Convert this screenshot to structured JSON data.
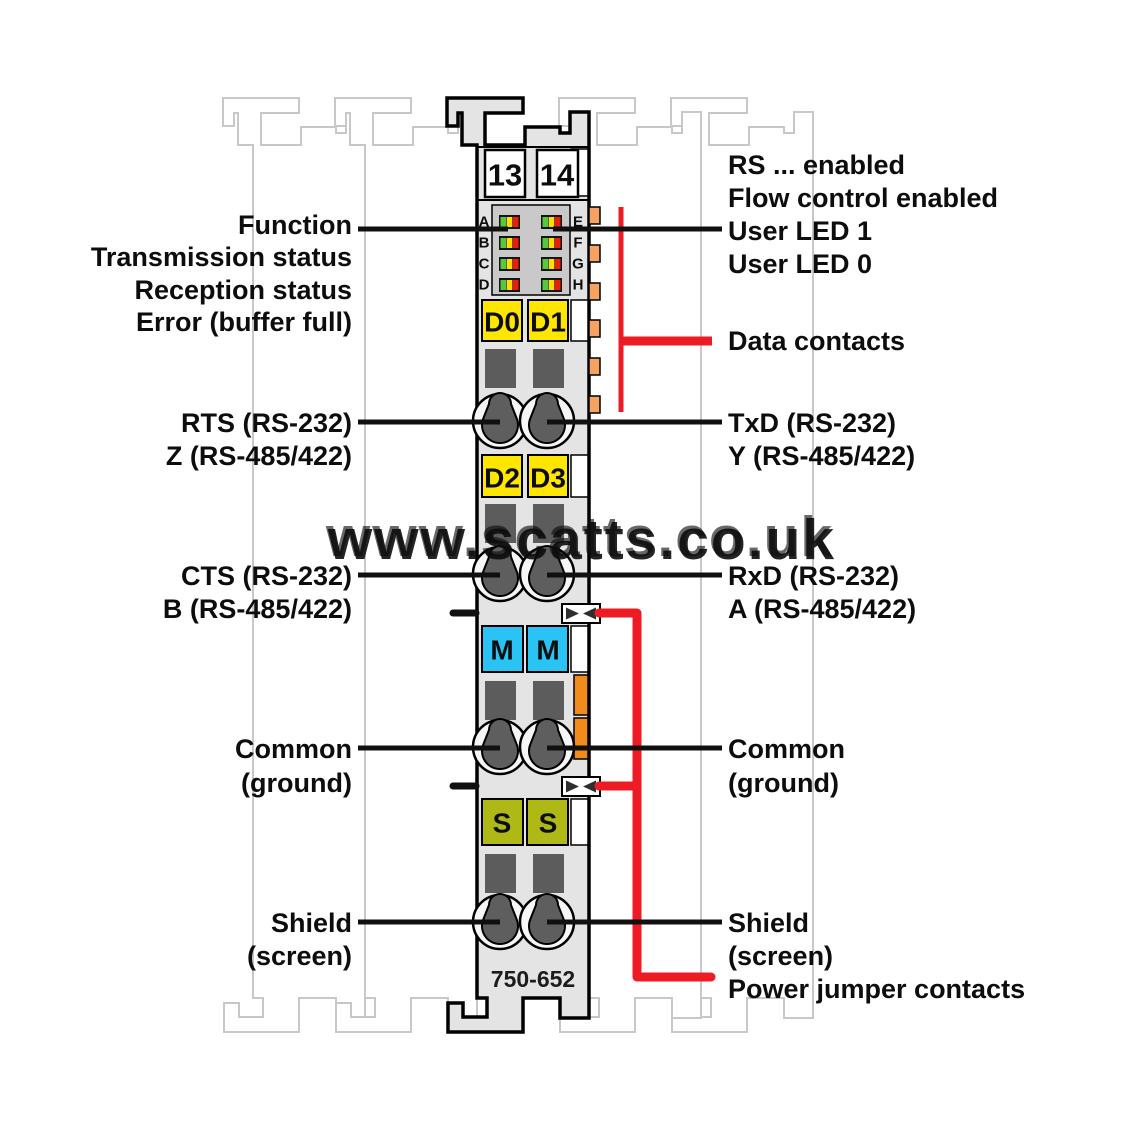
{
  "watermark": "www.scatts.co.uk",
  "colors": {
    "red": "#ed1c24",
    "label_yellow": "#ffe600",
    "label_cyan": "#29c4f4",
    "label_olive": "#aeb916",
    "contact_tab_orange": "#f5a263",
    "jumper_orange": "#f08c1e",
    "led_green": "#55c83c",
    "led_yellow": "#ffe000",
    "led_red": "#ee1c0c"
  },
  "module": {
    "part_number": "750-652",
    "terminal_numbers": [
      "13",
      "14"
    ],
    "led_rows_left": [
      "A",
      "B",
      "C",
      "D"
    ],
    "led_rows_right": [
      "E",
      "F",
      "G",
      "H"
    ],
    "io_labels": [
      "D0",
      "D1",
      "D2",
      "D3"
    ],
    "ground_labels": [
      "M",
      "M"
    ],
    "shield_labels": [
      "S",
      "S"
    ]
  },
  "labels": {
    "left": [
      "Function",
      "Transmission status",
      "Reception status",
      "Error (buffer full)",
      "RTS (RS-232)",
      "Z (RS-485/422)",
      "CTS (RS-232)",
      "B (RS-485/422)",
      "Common",
      "(ground)",
      "Shield",
      "(screen)"
    ],
    "right": [
      "RS ... enabled",
      "Flow control enabled",
      "User LED 1",
      "User LED 0",
      "Data contacts",
      "TxD (RS-232)",
      "Y (RS-485/422)",
      "RxD (RS-232)",
      "A (RS-485/422)",
      "Common",
      "(ground)",
      "Shield",
      "(screen)",
      "Power jumper contacts"
    ]
  }
}
